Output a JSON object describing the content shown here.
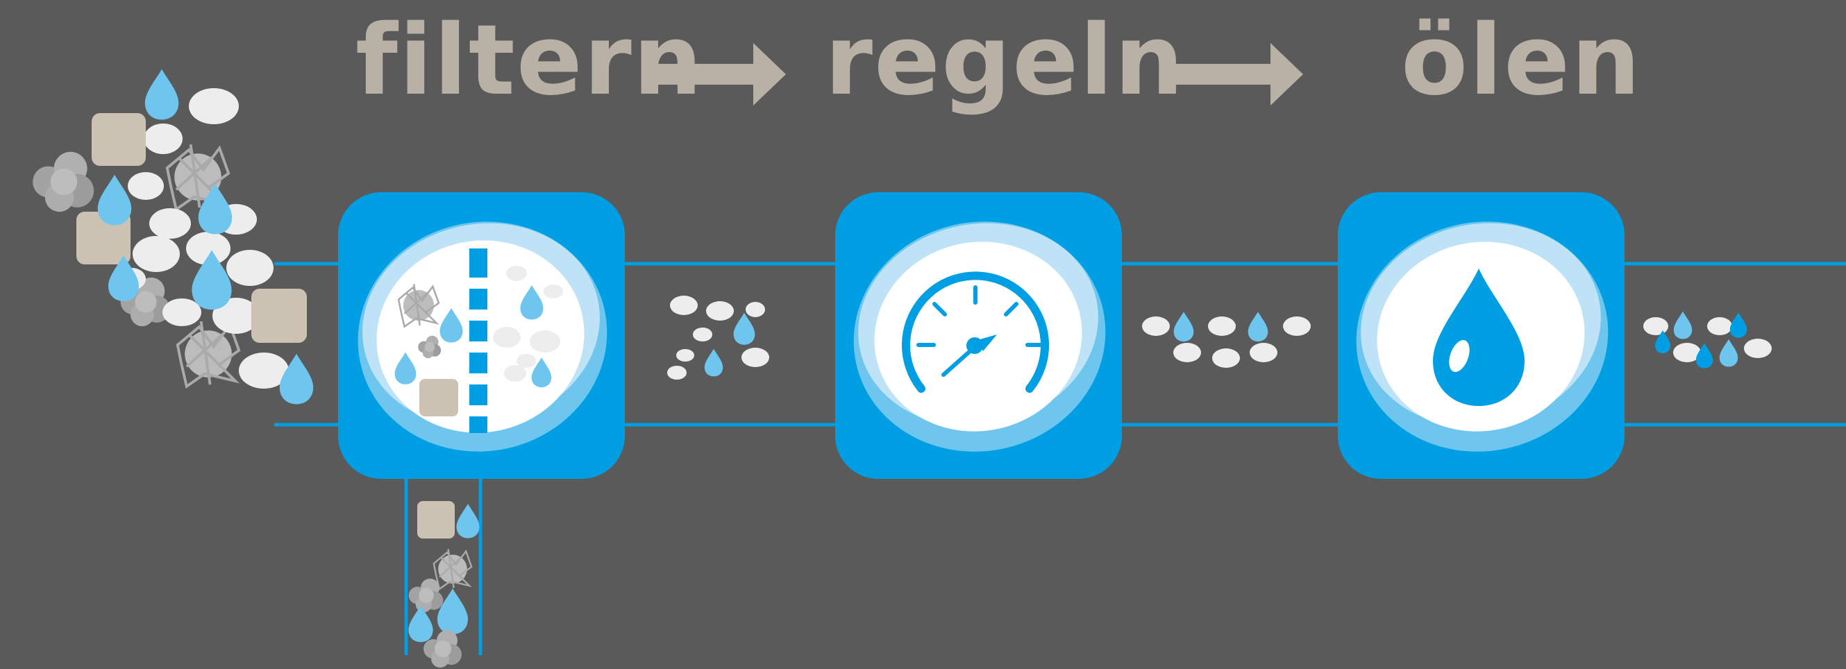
{
  "steps": [
    {
      "label": "filtern",
      "icon": "filter-icon"
    },
    {
      "label": "regeln",
      "icon": "gauge-icon"
    },
    {
      "label": "ölen",
      "icon": "oil-drop-icon"
    }
  ],
  "colors": {
    "background": "#5a5a5a",
    "text": "#b9b1a6",
    "accent_blue": "#009ee3",
    "light_blue": "#6ec6ee",
    "pale_blue": "#bfe3f6",
    "white": "#ffffff",
    "particle_grey": "#ededed",
    "dust_grey": "#9a9a9a",
    "sand": "#cbc2b3"
  }
}
